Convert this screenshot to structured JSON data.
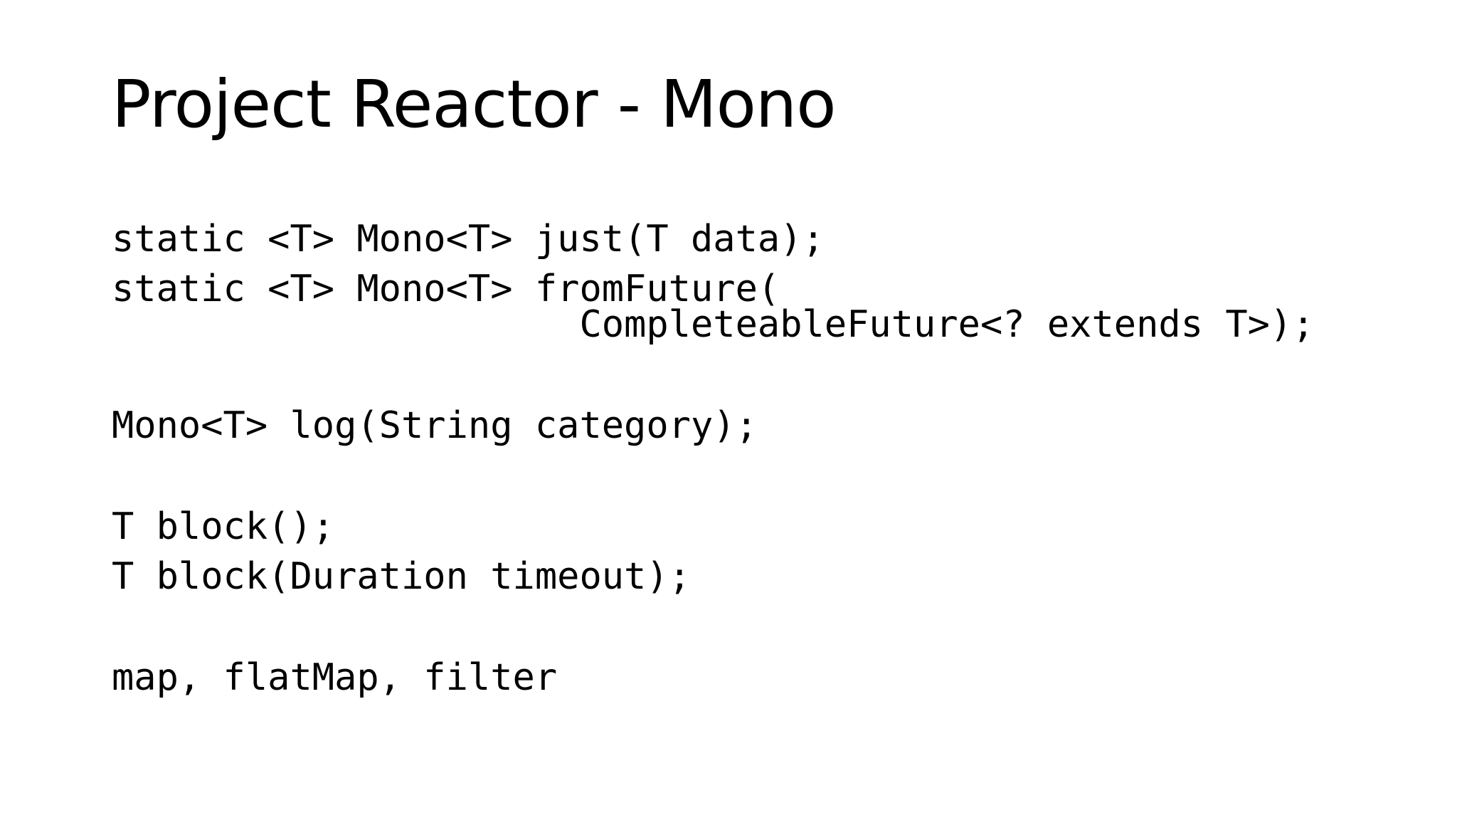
{
  "slide": {
    "title": "Project Reactor - Mono",
    "code_lines": [
      "static <T> Mono<T> just(T data);",
      "static <T> Mono<T> fromFuture(",
      "                     CompleteableFuture<? extends T>);",
      "Mono<T> log(String category);",
      "T block();",
      "T block(Duration timeout);",
      "map, flatMap, filter"
    ]
  }
}
